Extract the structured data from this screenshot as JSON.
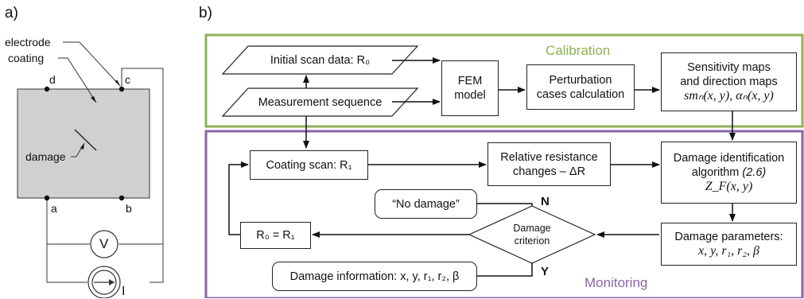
{
  "panels": {
    "a_label": "a)",
    "b_label": "b)"
  },
  "circuit": {
    "electrode_label": "electrode",
    "coating_label": "coating",
    "damage_label": "damage",
    "node_a": "a",
    "node_b": "b",
    "node_c": "c",
    "node_d": "d",
    "voltmeter": "V",
    "current_source": "I"
  },
  "flowchart": {
    "calibration_title": "Calibration",
    "monitoring_title": "Monitoring",
    "initial_scan": "Initial scan data: R₀",
    "measurement_sequence": "Measurement sequence",
    "fem_model_line1": "FEM",
    "fem_model_line2": "model",
    "perturbation_line1": "Perturbation",
    "perturbation_line2": "cases calculation",
    "sensitivity_line1": "Sensitivity maps",
    "sensitivity_line2": "and direction maps",
    "sensitivity_line3": "smₙ(x, y), αₙ(x, y)",
    "coating_scan": "Coating scan: R₁",
    "relative_line1": "Relative resistance",
    "relative_line2": "changes – ΔR",
    "damage_id_line1": "Damage identification",
    "damage_id_line2": "algorithm ",
    "damage_id_ref": "(2.6)",
    "damage_id_line3": "Z_F(x, y)",
    "no_damage": "“No damage”",
    "criterion_line1": "Damage",
    "criterion_line2": "criterion",
    "r0_eq_r1": "R₀ = R₁",
    "damage_params_line1": "Damage parameters:",
    "damage_params_line2": "x, y, r₁, r₂, β",
    "damage_info": "Damage information: x, y, r₁, r₂, β",
    "label_n": "N",
    "label_y": "Y"
  },
  "colors": {
    "calibration": "#8db255",
    "monitoring": "#8a66aa",
    "coating_fill": "#d0d0d0"
  }
}
